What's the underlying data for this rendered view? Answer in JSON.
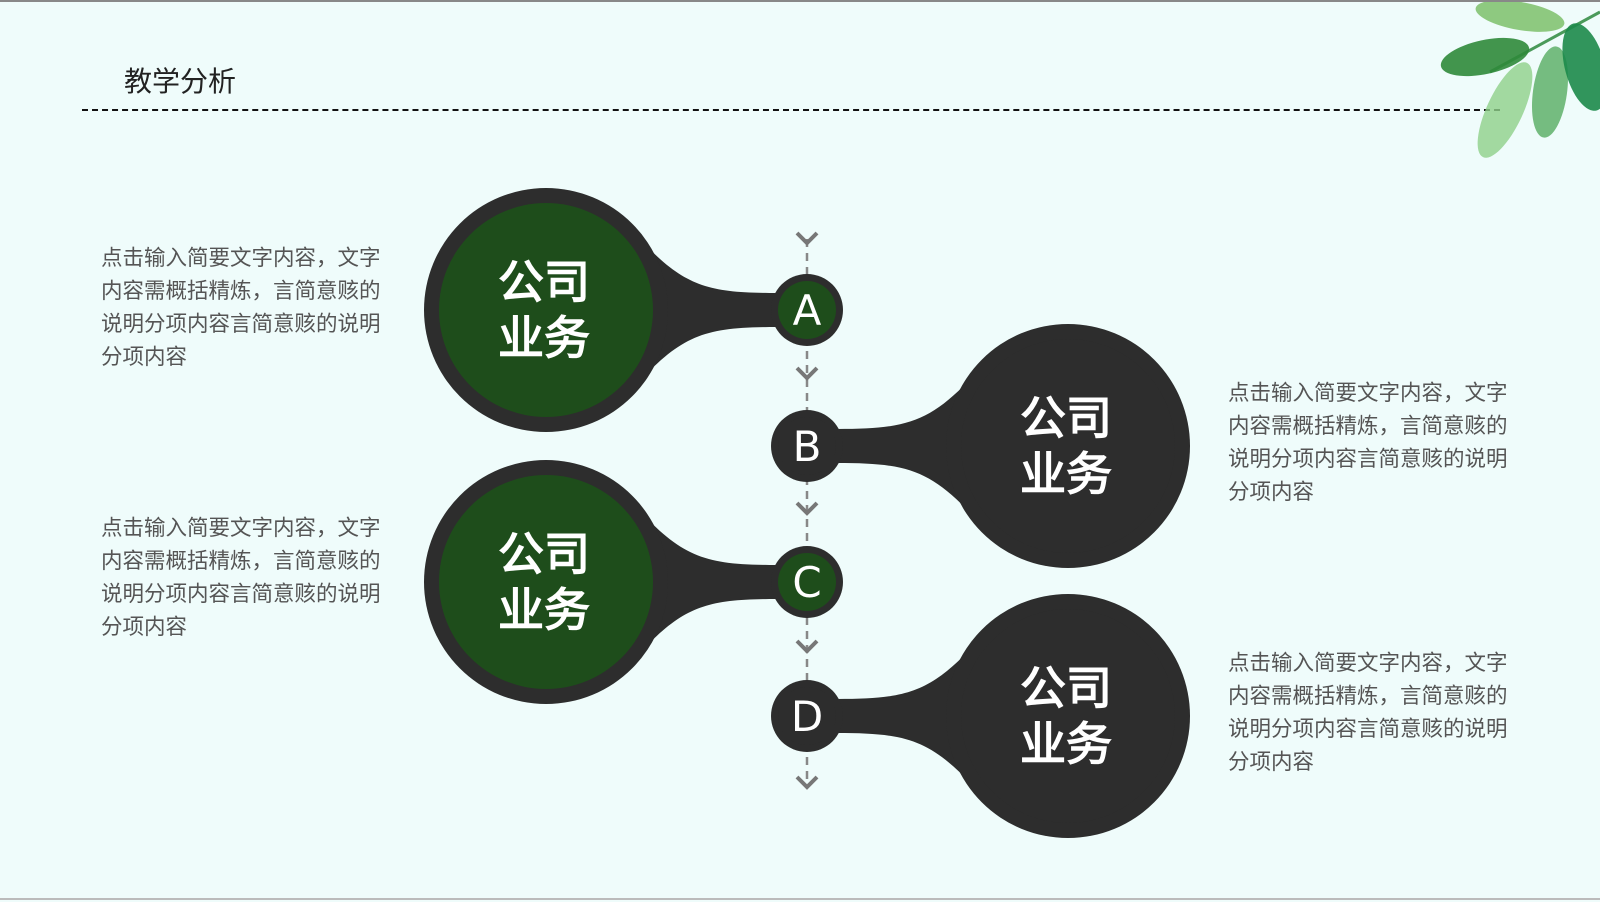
{
  "header": {
    "title": "教学分析"
  },
  "items": [
    {
      "letter": "A",
      "label_line1": "公司",
      "label_line2": "业务",
      "description": "点击输入简要文字内容，文字内容需概括精炼，言简意赅的说明分项内容言简意赅的说明分项内容",
      "side": "left",
      "inner_color": "#1e4d1b"
    },
    {
      "letter": "B",
      "label_line1": "公司",
      "label_line2": "业务",
      "description": "点击输入简要文字内容，文字内容需概括精炼，言简意赅的说明分项内容言简意赅的说明分项内容",
      "side": "right",
      "inner_color": "#2d2d2d"
    },
    {
      "letter": "C",
      "label_line1": "公司",
      "label_line2": "业务",
      "description": "点击输入简要文字内容，文字内容需概括精炼，言简意赅的说明分项内容言简意赅的说明分项内容",
      "side": "left",
      "inner_color": "#1e4d1b"
    },
    {
      "letter": "D",
      "label_line1": "公司",
      "label_line2": "业务",
      "description": "点击输入简要文字内容，文字内容需概括精炼，言简意赅的说明分项内容言简意赅的说明分项内容",
      "side": "right",
      "inner_color": "#2d2d2d"
    }
  ],
  "colors": {
    "dark": "#2d2d2d",
    "green": "#1e4d1b",
    "background": "#effcfb",
    "text": "#555555"
  },
  "decoration": {
    "icon": "watercolor-leaves-icon"
  }
}
